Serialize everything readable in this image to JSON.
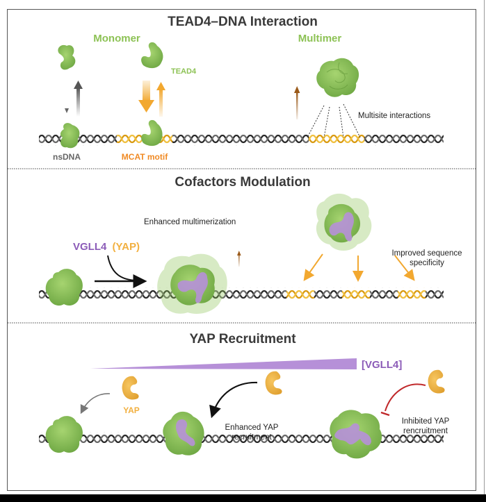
{
  "figure": {
    "colors": {
      "tead4_green": "#8dc255",
      "dna_dark": "#2a2a2a",
      "dna_motif": "#e0a020",
      "vgll4_purple": "#8c5cb8",
      "yap_orange": "#f2b040",
      "mcat_label": "#f08a24",
      "inhibit_red": "#c0282a",
      "arrow_gray": "#666666",
      "title_gray": "#3a3a3a"
    },
    "panel1": {
      "title": "TEAD4–DNA Interaction",
      "monomer_label": "Monomer",
      "multimer_label": "Multimer",
      "tead4_label": "TEAD4",
      "nsdna_label": "nsDNA",
      "mcat_label": "MCAT motif",
      "multisite_label": "Multisite interactions"
    },
    "panel2": {
      "title": "Cofactors Modulation",
      "vgll4_label": "VGLL4",
      "yap_label": "(YAP)",
      "enhanced_multimerization": "Enhanced multimerization",
      "improved_specificity_line1": "Improved sequence",
      "improved_specificity_line2": "specificity"
    },
    "panel3": {
      "title": "YAP Recruitment",
      "gradient_label": "[VGLL4]",
      "yap_label": "YAP",
      "enhanced_line1": "Enhanced YAP",
      "enhanced_line2": "recruitment",
      "inhibited_line1": "Inhibited YAP",
      "inhibited_line2": "rencruitment"
    }
  }
}
